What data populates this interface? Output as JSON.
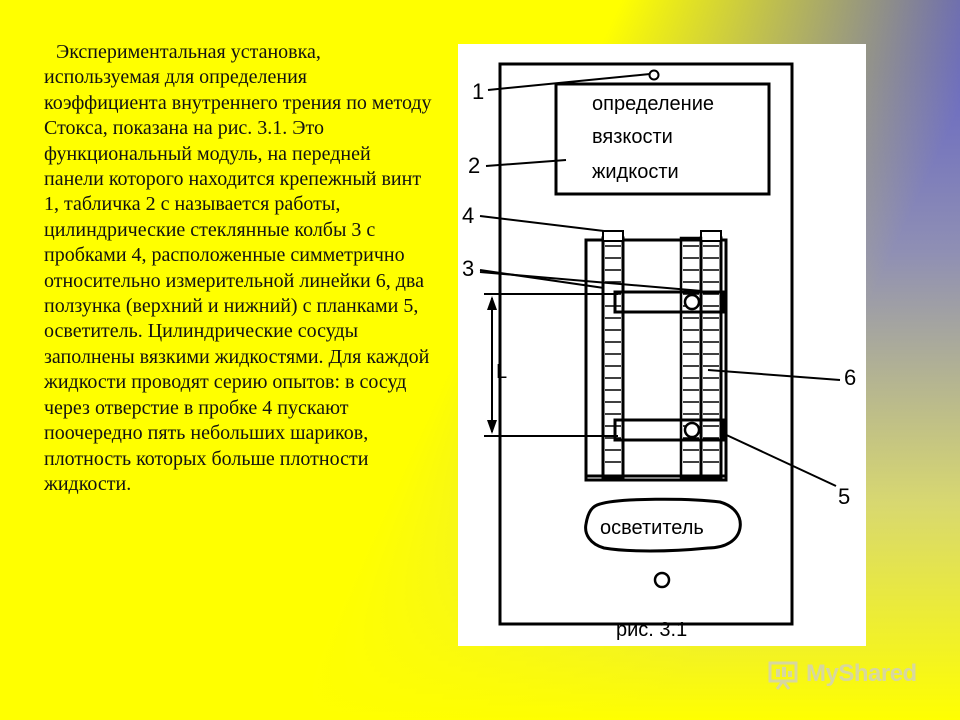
{
  "text": {
    "paragraph": "Экспериментальная установка, используемая для определения коэффициента внутреннего трения по методу Стокса, показана на рис. 3.1. Это функциональный модуль, на передней панели которого находится крепежный винт 1, табличка 2 с называется работы, цилиндрические стеклянные колбы 3 с пробками 4, расположенные симметрично относительно измерительной линейки 6, два ползунка (верхний и нижний) с планками 5, осветитель. Цилиндрические сосуды заполнены вязкими жидкостями. Для каждой жидкости проводят серию опытов: в сосуд через отверстие в пробке 4 пускают поочередно пять небольших шариков, плотность которых больше плотности жидкости."
  },
  "figure": {
    "plate_lines": [
      "определение",
      "вязкости",
      "жидкости"
    ],
    "labels": {
      "n1": "1",
      "n2": "2",
      "n3": "3",
      "n4": "4",
      "n5": "5",
      "n6": "6",
      "L": "L"
    },
    "illuminator": "осветитель",
    "caption": "рис. 3.1"
  },
  "watermark": {
    "brand": "MyShared",
    "icon": "presentation-icon"
  }
}
